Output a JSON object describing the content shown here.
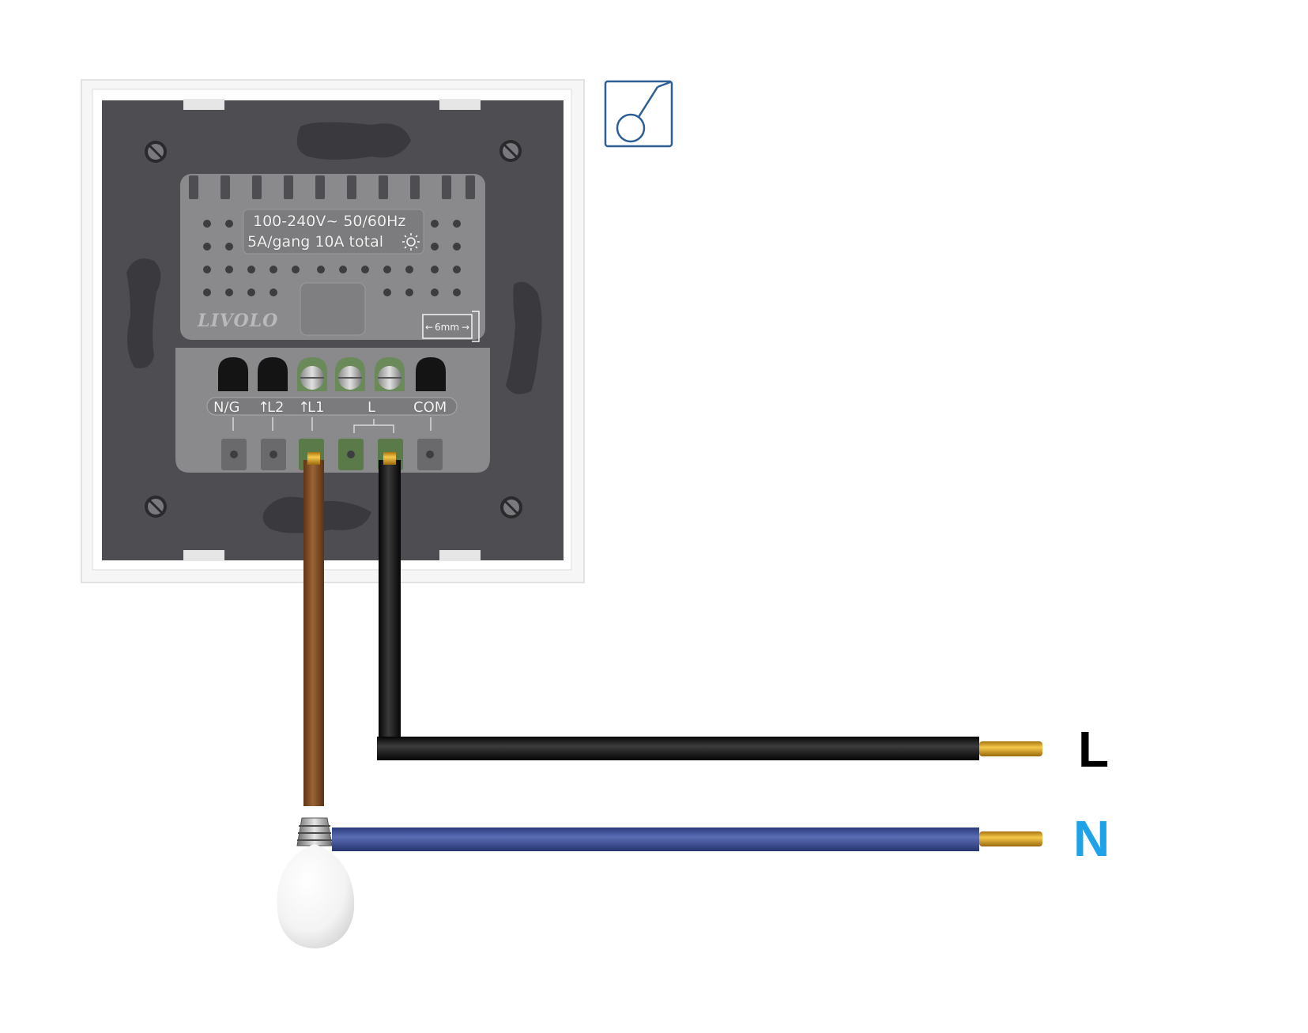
{
  "spec": {
    "line1": "100-240V~  50/60Hz",
    "line2": "5A/gang 10A total"
  },
  "brand": "LIVOLO",
  "strip_length": "6mm",
  "terminals": [
    "N/G",
    "L2",
    "L1",
    "L",
    "COM"
  ],
  "lines": {
    "live": {
      "label": "L",
      "color": "#000000"
    },
    "neutral": {
      "label": "N",
      "color": "#1fa3e8"
    }
  },
  "wire_colors": {
    "load": "#7b4a23",
    "live": "#1a1a1a",
    "neutral": "#3c4f96",
    "pin": "#e0a82a"
  },
  "icons": [
    "one-way-switch-symbol-icon",
    "light-bulb-icon",
    "sun-icon"
  ]
}
